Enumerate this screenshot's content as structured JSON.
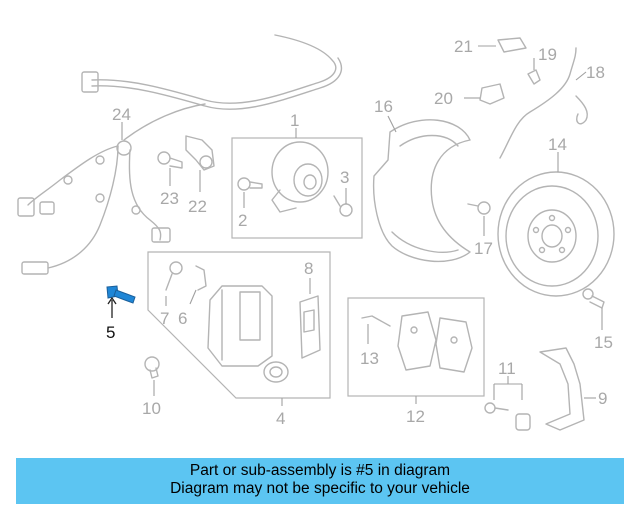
{
  "diagram": {
    "callouts": {
      "c1": "1",
      "c2": "2",
      "c3": "3",
      "c4": "4",
      "c5": "5",
      "c6": "6",
      "c7": "7",
      "c8": "8",
      "c9": "9",
      "c10": "10",
      "c11": "11",
      "c12": "12",
      "c13": "13",
      "c14": "14",
      "c15": "15",
      "c16": "16",
      "c17": "17",
      "c18": "18",
      "c19": "19",
      "c20": "20",
      "c21": "21",
      "c22": "22",
      "c23": "23",
      "c24": "24"
    },
    "highlight_part": "5",
    "colors": {
      "part_line": "#b4b4b4",
      "label": "#a8a8a8",
      "highlight": "#1f86d6",
      "banner": "#5cc5f2"
    }
  },
  "banner": {
    "line1": "Part or sub-assembly is #5 in diagram",
    "line2": "Diagram may not be specific to your vehicle"
  }
}
